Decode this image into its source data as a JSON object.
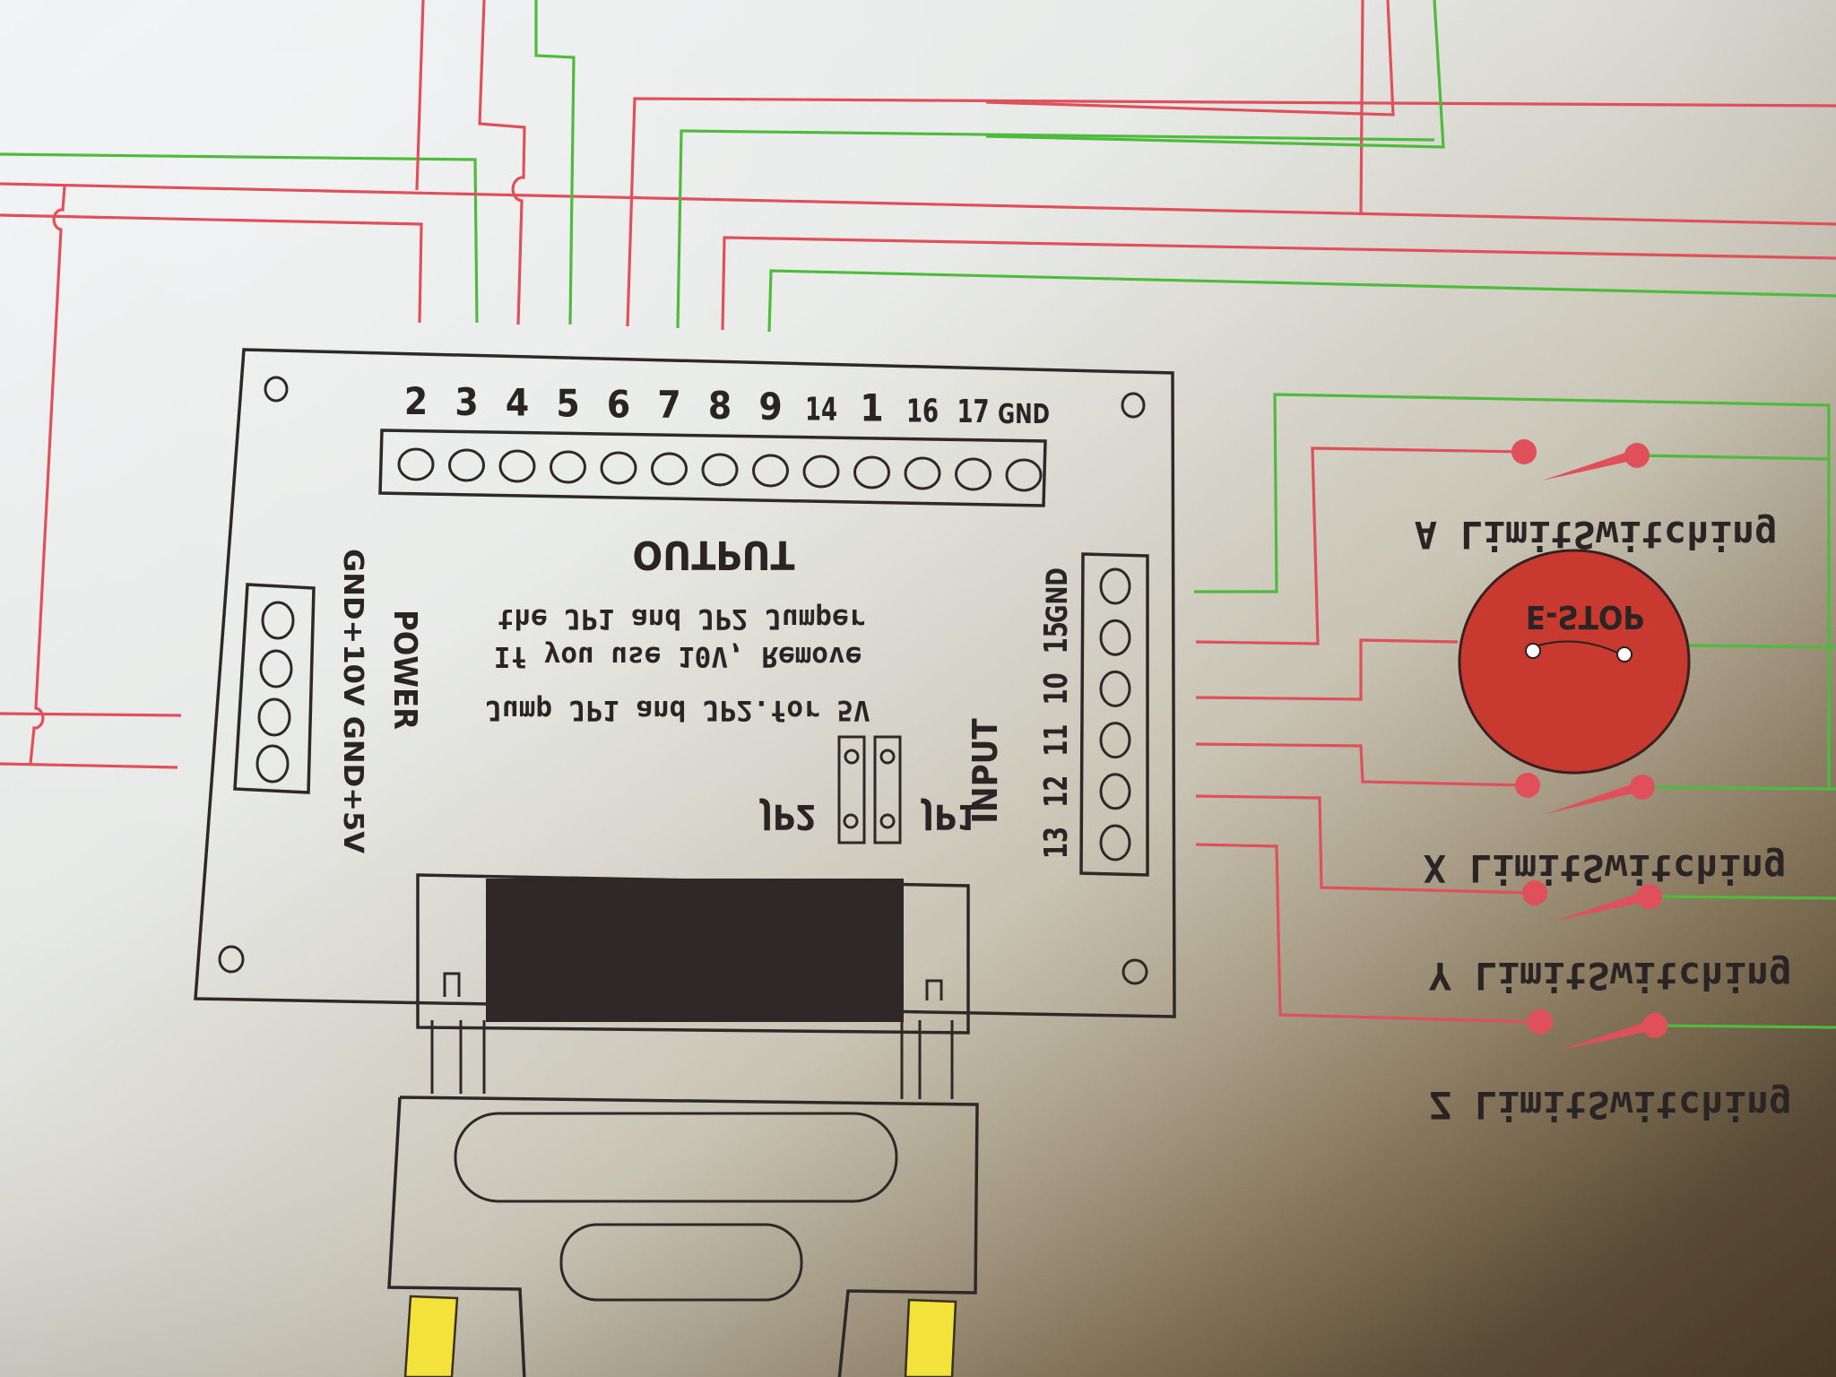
{
  "diagram": {
    "title": "Parallel port breakout board wiring diagram (printed, photographed)",
    "colors": {
      "signal_wire": "#e0505a",
      "ground_wire": "#4fbb3c",
      "ink": "#2a2424",
      "estop_fill": "#c83a30",
      "cable_yellow": "#f2e23a",
      "connector_shell": "#2e2828"
    },
    "board": {
      "output": {
        "label": "OUTPUT",
        "pins": [
          "2",
          "3",
          "4",
          "5",
          "6",
          "7",
          "8",
          "9",
          "14",
          "1",
          "16",
          "17",
          "GND"
        ]
      },
      "input": {
        "label": "INPUT",
        "pins": [
          "13",
          "12",
          "11",
          "10",
          "15",
          "GND"
        ]
      },
      "power": {
        "label": "POWER",
        "pins_label": "GND+10V GND+5V",
        "terminal_count": 4
      },
      "jumpers": [
        {
          "label": "JP1"
        },
        {
          "label": "JP2"
        }
      ],
      "note_lines": [
        "Jump JP1 and JP2.for 5V",
        "If you use 10V, Remove",
        "the JP1 and JP2 Jumper"
      ],
      "connector": "DB25 parallel port"
    },
    "switches": [
      {
        "label": "A LimitSwitching"
      },
      {
        "label": "X LimitSwitching"
      },
      {
        "label": "Y LimitSwitching"
      },
      {
        "label": "Z LimitSwitching"
      }
    ],
    "estop": {
      "label": "E-STOP"
    }
  }
}
